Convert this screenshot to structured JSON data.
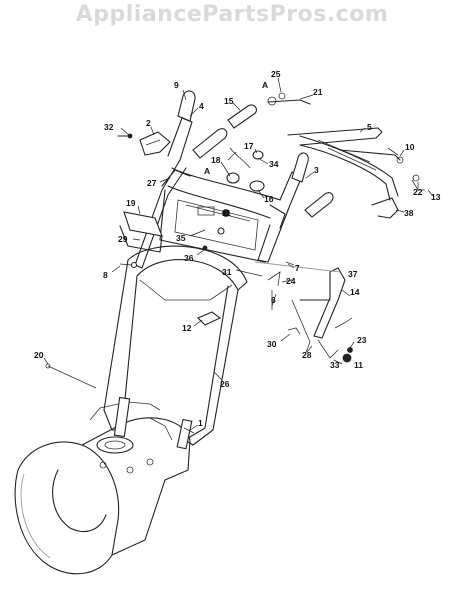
{
  "watermark": "AppliancePartsPros.com",
  "callouts": {
    "c9": "9",
    "c4": "4",
    "c15": "15",
    "cA1": "A",
    "c25": "25",
    "c21": "21",
    "c5": "5",
    "c32": "32",
    "c2": "2",
    "c17": "17",
    "c10": "10",
    "c34": "34",
    "c18": "18",
    "cA2": "A",
    "c27": "27",
    "c3": "3",
    "c16": "16",
    "c22": "22",
    "c13": "13",
    "c38": "38",
    "c19": "19",
    "c11a": "11",
    "c35": "35",
    "c29": "29",
    "c36": "36",
    "c7": "7",
    "c37": "37",
    "c8": "8",
    "c31": "31",
    "c24": "24",
    "c6": "6",
    "c14": "14",
    "c12": "12",
    "c30": "30",
    "c23": "23",
    "c28": "28",
    "c33": "33",
    "c11b": "11",
    "c20": "20",
    "c26": "26",
    "c1": "1"
  },
  "colors": {
    "line": "#222222",
    "watermark": "#d9d9d9",
    "background": "#ffffff"
  }
}
